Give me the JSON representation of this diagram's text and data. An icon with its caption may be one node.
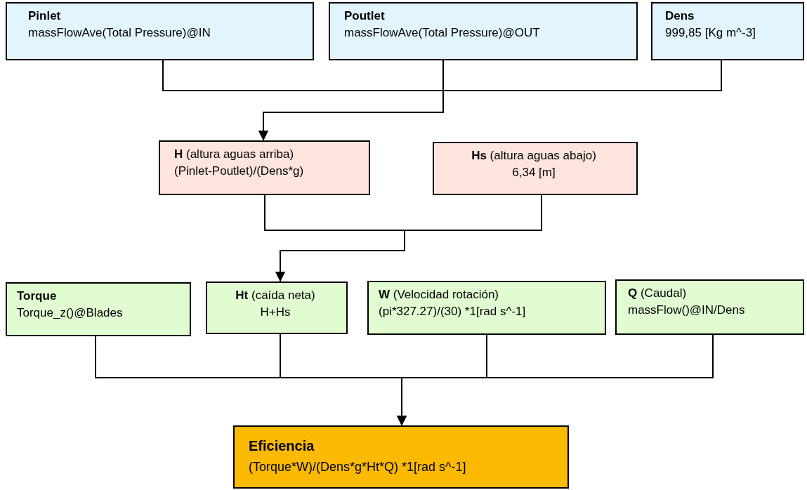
{
  "diagram": {
    "nodes": [
      {
        "text": [
          "Pinlet",
          "massFlowAve(Total Pressure)@IN"
        ]
      },
      {
        "text": [
          "Poutlet",
          "massFlowAve(Total Pressure)@OUT"
        ]
      },
      {
        "text": [
          "Dens",
          "999,85 [Kg m^-3]"
        ]
      },
      {
        "text": [
          "**H** (altura aguas arriba)",
          "(Pinlet-Poutlet)/(Dens*g)"
        ]
      },
      {
        "text": [
          "**Hs** (altura aguas abajo)",
          "6,34 [m]"
        ]
      },
      {
        "text": [
          "Torque",
          "Torque_z()@Blades"
        ]
      },
      {
        "text": [
          "**Ht** (caída neta)",
          "H+Hs"
        ]
      },
      {
        "text": [
          "**W** (Velocidad rotación)",
          "(pi*327.27)/(30) *1[rad s^-1]"
        ]
      },
      {
        "text": [
          "**Q** (Caudal)",
          "massFlow()@IN/Dens"
        ]
      },
      {
        "text": [
          "Eficiencia",
          "(Torque*W)/(Dens*g*Ht*Q) *1[rad s^-1]"
        ]
      }
    ],
    "edges": [
      {
        "from": 0,
        "to": 3,
        "arrow": "to"
      },
      {
        "from": 1,
        "to": 3,
        "arrow": "to"
      },
      {
        "from": 2,
        "to": 3,
        "arrow": "to"
      },
      {
        "from": 3,
        "to": 6,
        "arrow": "to"
      },
      {
        "from": 4,
        "to": 6,
        "arrow": "to"
      },
      {
        "from": 5,
        "to": 9,
        "arrow": "to"
      },
      {
        "from": 6,
        "to": 9,
        "arrow": "to"
      },
      {
        "from": 7,
        "to": 9,
        "arrow": "to"
      },
      {
        "from": 8,
        "to": 9,
        "arrow": "to"
      }
    ]
  }
}
